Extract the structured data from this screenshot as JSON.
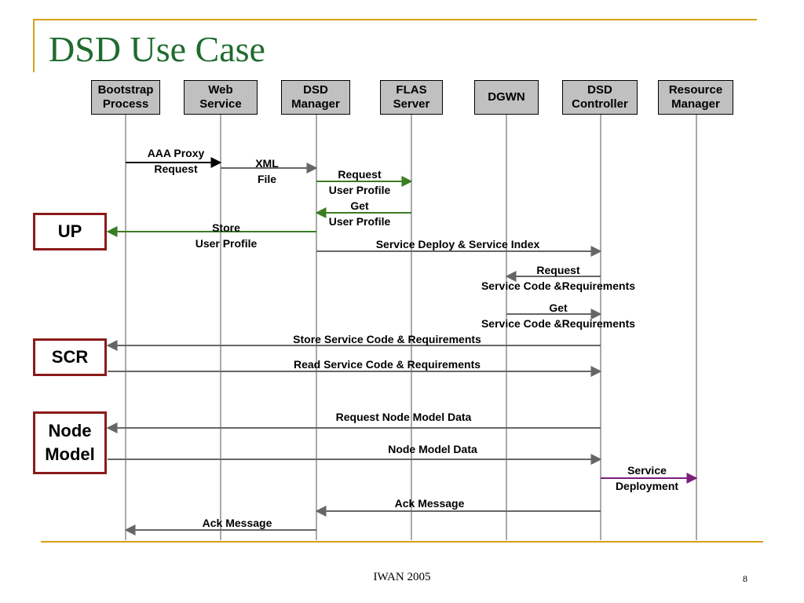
{
  "title": "DSD Use Case",
  "actors": [
    {
      "id": "bootstrap",
      "label": "Bootstrap\nProcess"
    },
    {
      "id": "web",
      "label": "Web\nService"
    },
    {
      "id": "dsdm",
      "label": "DSD\nManager"
    },
    {
      "id": "flas",
      "label": "FLAS\nServer"
    },
    {
      "id": "dgwn",
      "label": "DGWN"
    },
    {
      "id": "dsdc",
      "label": "DSD\nController"
    },
    {
      "id": "rm",
      "label": "Resource\nManager"
    }
  ],
  "stores": [
    {
      "id": "up",
      "label": "UP"
    },
    {
      "id": "scr",
      "label": "SCR"
    },
    {
      "id": "nodemodel",
      "label": "Node\nModel"
    }
  ],
  "messages": [
    {
      "from": "bootstrap",
      "to": "web",
      "label": "AAA Proxy\nRequest",
      "color": "#000000"
    },
    {
      "from": "web",
      "to": "dsdm",
      "label": "XML\nFile",
      "color": "#666666"
    },
    {
      "from": "dsdm",
      "to": "flas",
      "label": "Request\nUser Profile",
      "color": "#3a7d22"
    },
    {
      "from": "flas",
      "to": "dsdm",
      "label": "Get\nUser Profile",
      "color": "#3a7d22"
    },
    {
      "from": "dsdm",
      "to": "up",
      "label": "Store\nUser Profile",
      "color": "#3a7d22"
    },
    {
      "from": "dsdm",
      "to": "dsdc",
      "label": "Service Deploy & Service Index",
      "color": "#666666"
    },
    {
      "from": "dsdc",
      "to": "dgwn",
      "label": "Request\nService Code &Requirements",
      "color": "#666666"
    },
    {
      "from": "dgwn",
      "to": "dsdc",
      "label": "Get\nService Code &Requirements",
      "color": "#666666"
    },
    {
      "from": "dsdc",
      "to": "scr",
      "label": "Store Service Code & Requirements",
      "color": "#666666"
    },
    {
      "from": "scr",
      "to": "dsdc",
      "label": "Read Service Code & Requirements",
      "color": "#666666"
    },
    {
      "from": "dsdc",
      "to": "nodemodel",
      "label": "Request Node Model Data",
      "color": "#666666"
    },
    {
      "from": "nodemodel",
      "to": "dsdc",
      "label": "Node Model Data",
      "color": "#666666"
    },
    {
      "from": "dsdc",
      "to": "rm",
      "label": "Service\nDeployment",
      "color": "#7b1f7b"
    },
    {
      "from": "dsdc",
      "to": "dsdm",
      "label": "Ack Message",
      "color": "#666666"
    },
    {
      "from": "dsdm",
      "to": "bootstrap",
      "label": "Ack Message",
      "color": "#666666"
    }
  ],
  "footer": {
    "text": "IWAN 2005",
    "page": "8"
  },
  "colors": {
    "title": "#1f6b2e",
    "accent_line": "#d4a017",
    "store_border": "#8b1a1a",
    "actor_fill": "#c0c0c0"
  }
}
